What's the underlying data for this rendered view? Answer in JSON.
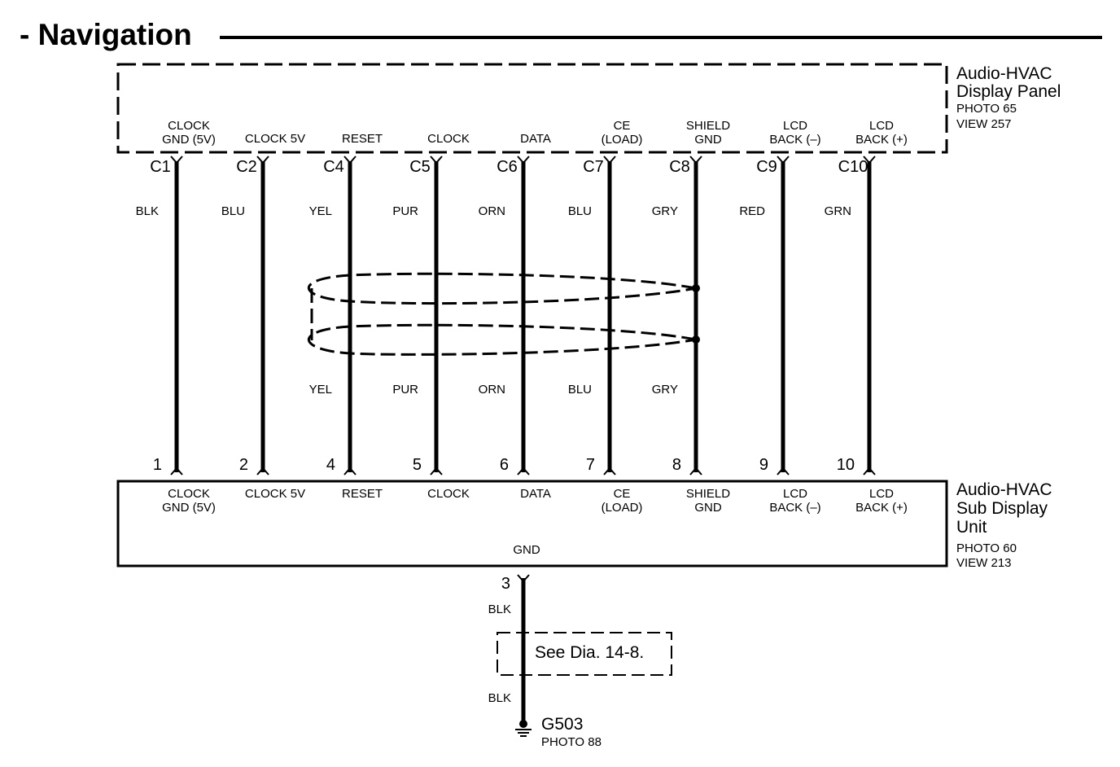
{
  "title": "- Navigation",
  "display_panel": {
    "name_lines": [
      "Audio-HVAC",
      "Display Panel"
    ],
    "photo": "PHOTO 65",
    "view": "VIEW 257"
  },
  "sub_display": {
    "name_lines": [
      "Audio-HVAC",
      "Sub Display",
      "Unit"
    ],
    "photo": "PHOTO 60",
    "view": "VIEW 213",
    "gnd_label": "GND"
  },
  "wires": [
    {
      "conn": "C1",
      "pin": "1",
      "label": [
        "CLOCK",
        "GND (5V)"
      ],
      "color_top": "BLK",
      "color_bottom": "",
      "shielded": false
    },
    {
      "conn": "C2",
      "pin": "2",
      "label": [
        "CLOCK 5V"
      ],
      "color_top": "BLU",
      "color_bottom": "",
      "shielded": false
    },
    {
      "conn": "C4",
      "pin": "4",
      "label": [
        "RESET"
      ],
      "color_top": "YEL",
      "color_bottom": "YEL",
      "shielded": true
    },
    {
      "conn": "C5",
      "pin": "5",
      "label": [
        "CLOCK"
      ],
      "color_top": "PUR",
      "color_bottom": "PUR",
      "shielded": true
    },
    {
      "conn": "C6",
      "pin": "6",
      "label": [
        "DATA"
      ],
      "color_top": "ORN",
      "color_bottom": "ORN",
      "shielded": true
    },
    {
      "conn": "C7",
      "pin": "7",
      "label": [
        "CE",
        "(LOAD)"
      ],
      "color_top": "BLU",
      "color_bottom": "BLU",
      "shielded": true
    },
    {
      "conn": "C8",
      "pin": "8",
      "label": [
        "SHIELD",
        "GND"
      ],
      "color_top": "GRY",
      "color_bottom": "GRY",
      "shielded": true
    },
    {
      "conn": "C9",
      "pin": "9",
      "label": [
        "LCD",
        "BACK (–)"
      ],
      "color_top": "RED",
      "color_bottom": "",
      "shielded": false
    },
    {
      "conn": "C10",
      "pin": "10",
      "label": [
        "LCD",
        "BACK (+)"
      ],
      "color_top": "GRN",
      "color_bottom": "",
      "shielded": false
    }
  ],
  "ground": {
    "pin": "3",
    "color_top": "BLK",
    "see_note": "See Dia. 14-8.",
    "color_bottom": "BLK",
    "ground_name": "G503",
    "ground_photo": "PHOTO 88",
    "icon": "ground-icon"
  }
}
